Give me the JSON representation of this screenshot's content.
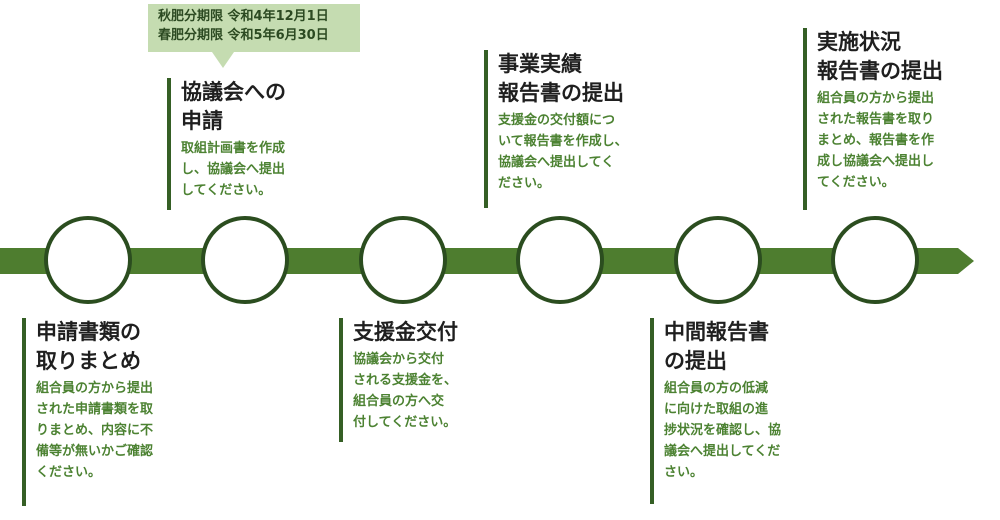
{
  "note": {
    "line1": "秋肥分期限 令和4年12月1日",
    "line2": "春肥分期限 令和5年6月30日"
  },
  "colors": {
    "band": "#4e7d2f",
    "circle_fill": "#ffffff",
    "circle_stroke": "#2b4d1f",
    "title": "#1f1f1f",
    "description": "#4c8232",
    "rule": "#355f25",
    "note_bg": "#c5dcb1"
  },
  "steps": [
    {
      "title": "申請書類の\n取りまとめ",
      "description": "組合員の方から提出\nされた申請書類を取\nりまとめ、内容に不\n備等が無いかご確認\nください。"
    },
    {
      "title": "協議会への\n申請",
      "description": "取組計画書を作成\nし、協議会へ提出\nしてください。"
    },
    {
      "title": "支援金交付",
      "description": "協議会から交付\nされる支援金を、\n組合員の方へ交\n付してください。"
    },
    {
      "title": "事業実績\n報告書の提出",
      "description": "支援金の交付額につ\nいて報告書を作成し、\n協議会へ提出してく\nださい。"
    },
    {
      "title": "中間報告書\nの提出",
      "description": "組合員の方の低減\nに向けた取組の進\n捗状況を確認し、協\n議会へ提出してくだ\nさい。"
    },
    {
      "title": "実施状況\n報告書の提出",
      "description": "組合員の方から提出\nされた報告書を取り\nまとめ、報告書を作\n成し協議会へ提出し\nてください。"
    }
  ]
}
